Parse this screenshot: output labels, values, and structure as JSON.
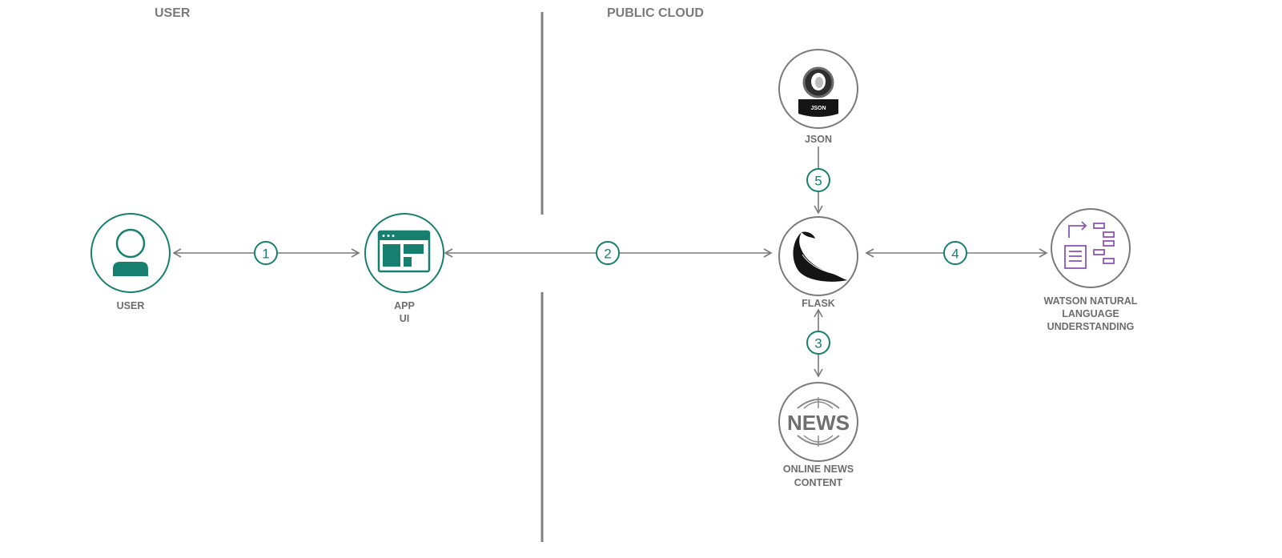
{
  "zones": {
    "left_title": "USER",
    "right_title": "PUBLIC CLOUD"
  },
  "nodes": {
    "user": {
      "label": [
        "USER"
      ],
      "icon": "person-icon"
    },
    "app_ui": {
      "label": [
        "APP",
        "UI"
      ],
      "icon": "browser-window-icon"
    },
    "json": {
      "label": [
        "JSON"
      ],
      "icon": "json-logo-icon",
      "logo_text": "JSON"
    },
    "flask": {
      "label": [
        "FLASK"
      ],
      "icon": "flask-horn-logo-icon"
    },
    "nlu": {
      "label": [
        "WATSON NATURAL",
        "LANGUAGE",
        "UNDERSTANDING"
      ],
      "icon": "natural-language-understanding-icon"
    },
    "news": {
      "label": [
        "ONLINE NEWS",
        "CONTENT"
      ],
      "icon": "news-globe-icon",
      "logo_text": "NEWS"
    }
  },
  "steps": [
    "1",
    "2",
    "3",
    "4",
    "5"
  ],
  "colors": {
    "teal": "#177f6f",
    "gray": "#7a7a7a",
    "label_gray": "#6d6d6d",
    "purple": "#8e55b8"
  }
}
